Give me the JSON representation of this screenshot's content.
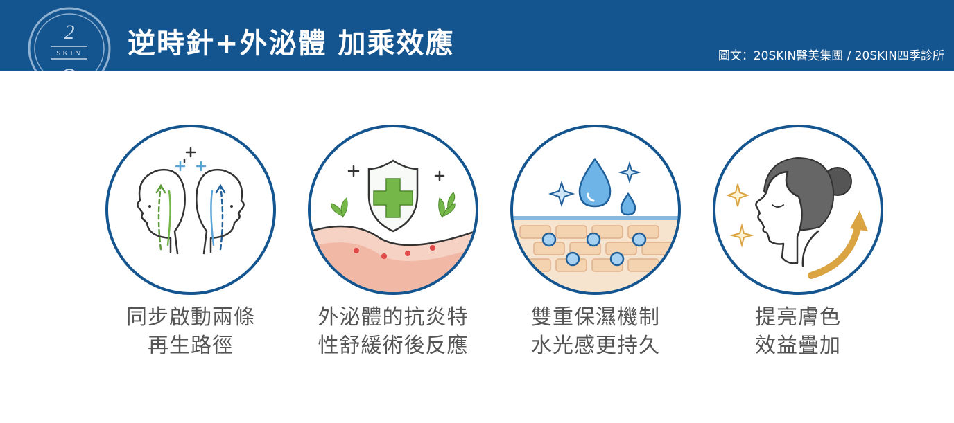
{
  "header": {
    "title": "逆時針+外泌體 加乘效應",
    "credit": "圖文：20SKIN醫美集團 / 20SKIN四季診所",
    "logo_text": "SKIN",
    "logo_number": "2"
  },
  "colors": {
    "brand_blue": "#15558f",
    "caption_gray": "#555555",
    "green": "#76b74a",
    "water_blue": "#5aa4d8",
    "gold": "#d9a441"
  },
  "cards": [
    {
      "icon": "head-profiles-icon",
      "line1": "同步啟動兩條",
      "line2": "再生路徑"
    },
    {
      "icon": "shield-cross-icon",
      "line1": "外泌體的抗炎特",
      "line2": "性舒緩術後反應"
    },
    {
      "icon": "water-drop-skin-icon",
      "line1": "雙重保濕機制",
      "line2": "水光感更持久"
    },
    {
      "icon": "radiant-face-icon",
      "line1": "提亮膚色",
      "line2": "效益疊加"
    }
  ]
}
